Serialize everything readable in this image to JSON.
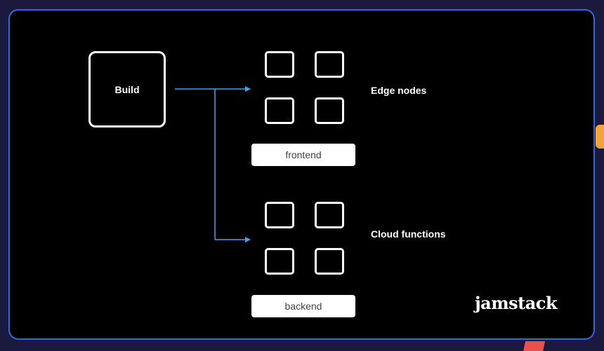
{
  "diagram": {
    "source": {
      "label": "Build"
    },
    "groups": [
      {
        "label": "Edge nodes",
        "tag": "frontend",
        "node_count": 4
      },
      {
        "label": "Cloud functions",
        "tag": "backend",
        "node_count": 4
      }
    ],
    "connector_color": "#3fa3f5"
  },
  "branding": {
    "logo_text": "jamstack"
  },
  "colors": {
    "slide_background": "#000000",
    "page_background": "#1b1a3e",
    "slide_border": "#2f6ae0",
    "accent_orange": "#f2a33a",
    "accent_red": "#e9514b"
  }
}
